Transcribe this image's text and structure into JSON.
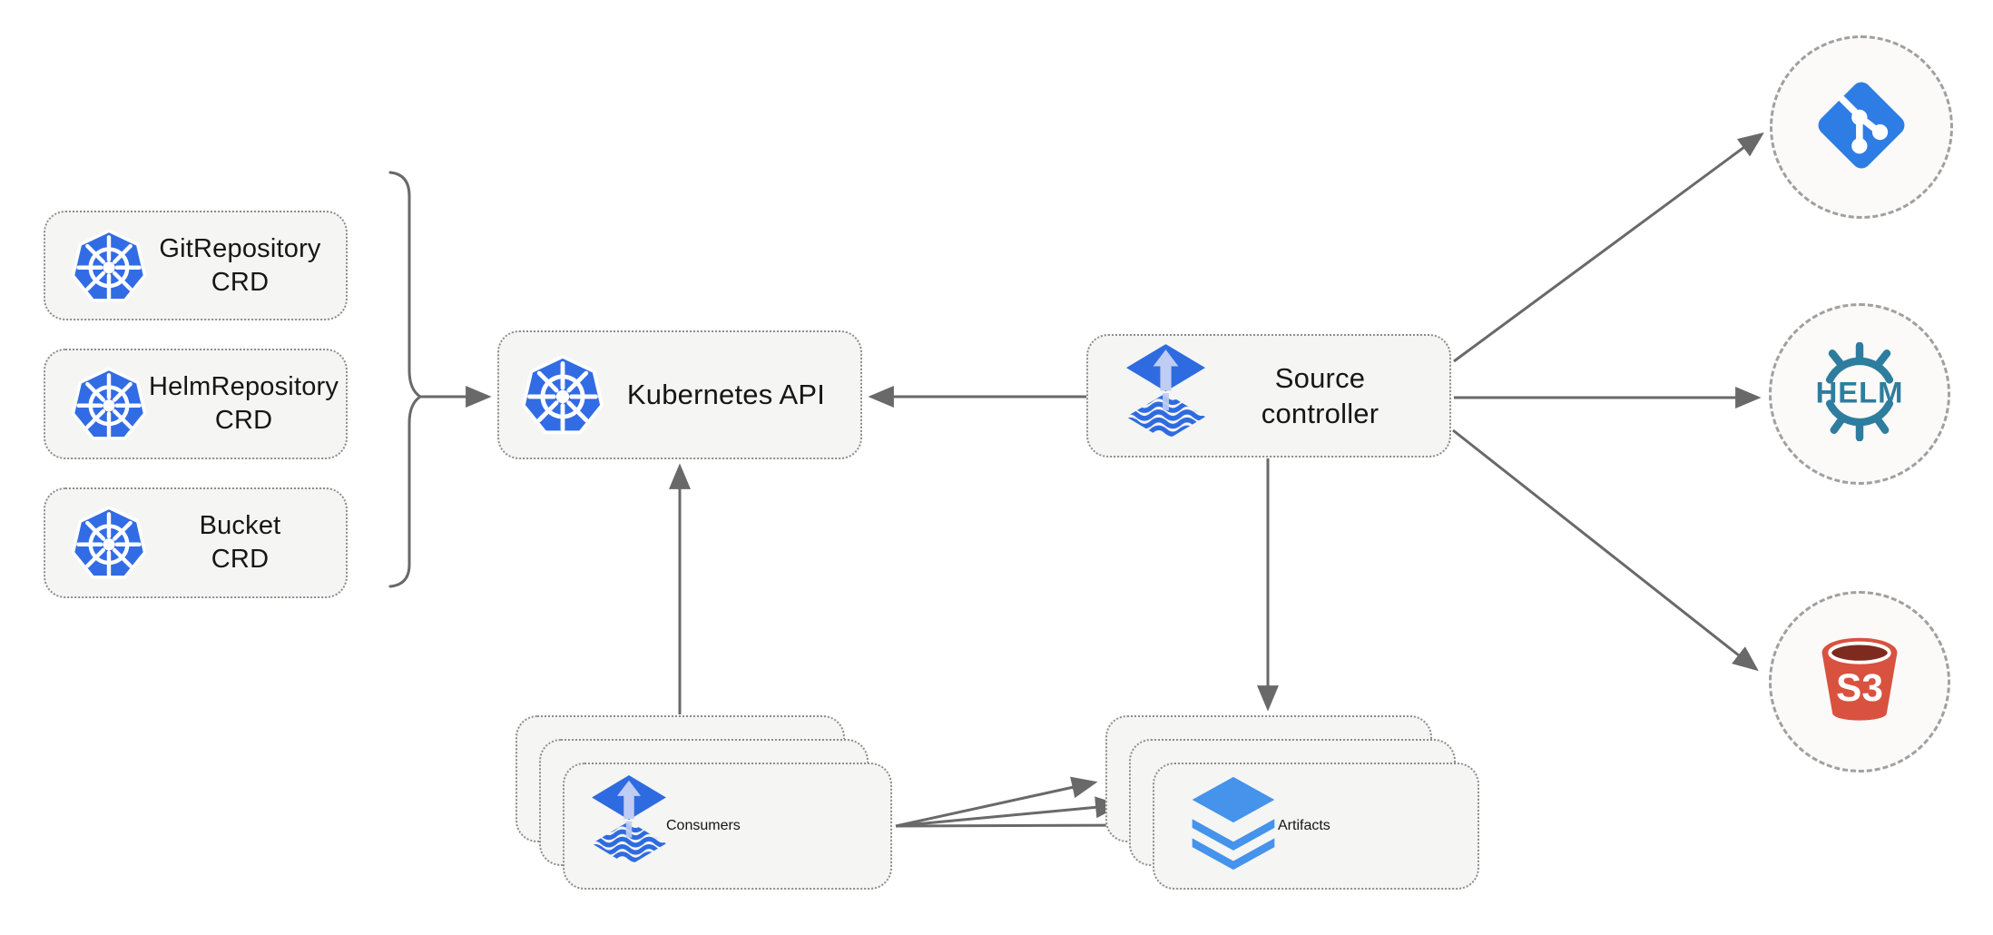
{
  "diagram": {
    "nodes": {
      "crds": [
        {
          "id": "git-repository-crd",
          "label": "GitRepository\nCRD"
        },
        {
          "id": "helm-repository-crd",
          "label": "HelmRepository\nCRD"
        },
        {
          "id": "bucket-crd",
          "label": "Bucket\nCRD"
        }
      ],
      "kubernetes_api": {
        "label": "Kubernetes API"
      },
      "source_controller": {
        "label": "Source\ncontroller"
      },
      "consumers": {
        "label": "Consumers"
      },
      "artifacts": {
        "label": "Artifacts"
      },
      "helm": {
        "label": "HELM"
      },
      "s3": {
        "label": "S3"
      }
    },
    "edges": [
      {
        "from": "crd-group",
        "to": "kubernetes-api"
      },
      {
        "from": "source-controller",
        "to": "kubernetes-api"
      },
      {
        "from": "consumers",
        "to": "kubernetes-api"
      },
      {
        "from": "source-controller",
        "to": "artifacts"
      },
      {
        "from": "source-controller",
        "to": "git"
      },
      {
        "from": "source-controller",
        "to": "helm"
      },
      {
        "from": "source-controller",
        "to": "s3"
      },
      {
        "from": "consumers",
        "to": "artifacts",
        "count": 3
      }
    ],
    "colors": {
      "kubernetes_blue": "#326CE5",
      "flux_blue": "#2F6BE0",
      "flux_arrow_light": "#BFCDF4",
      "git_blue": "#2E7DE4",
      "helm_teal": "#2E7D9E",
      "s3_red": "#D9513F",
      "s3_dark_red": "#7E2A1F",
      "layers_blue": "#4593EA",
      "arrow_gray": "#696969",
      "card_fill": "#F5F5F3",
      "card_border": "#8D8D8D",
      "circle_border": "#A0A0A0",
      "text": "#161616"
    }
  }
}
